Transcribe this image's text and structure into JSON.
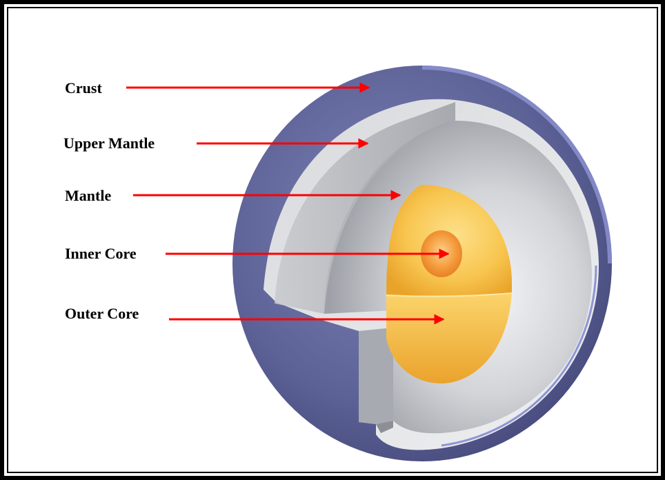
{
  "labels": {
    "crust": "Crust",
    "upper_mantle": "Upper Mantle",
    "mantle": "Mantle",
    "inner_core": "Inner Core",
    "outer_core": "Outer Core"
  },
  "colors": {
    "frame": "#000000",
    "arrow": "#ff0000",
    "crust": "#5f6498",
    "crust_edge": "#8a90cc",
    "mantle_light": "#e6e7ea",
    "mantle_dark": "#a8abb0",
    "outer_core": "#f7c04a",
    "inner_core": "#f08a2c"
  }
}
